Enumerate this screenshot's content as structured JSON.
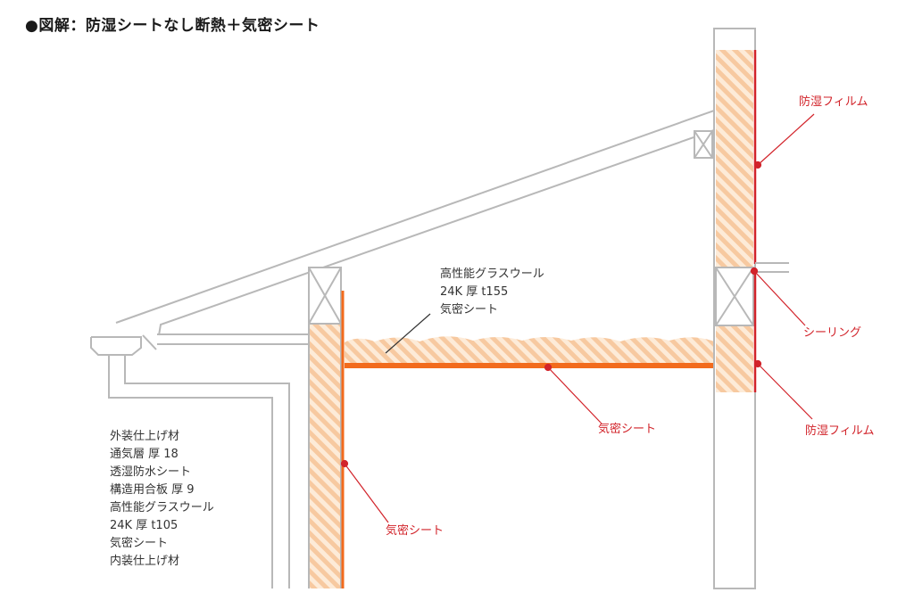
{
  "title": "●図解：防湿シートなし断熱＋気密シート",
  "colors": {
    "insulation": "#f7c9a0",
    "airtight_sheet": "#f26b1d",
    "vapor_film": "#d2232a",
    "callout": "#d2232a",
    "structure_line": "#b8b8b8"
  },
  "labels": {
    "vapor_film_top": "防湿フィルム",
    "sealing": "シーリング",
    "vapor_film_bottom": "防湿フィルム",
    "airtight_ceiling": "気密シート",
    "airtight_wall": "気密シート"
  },
  "ceiling_spec": [
    "高性能グラスウール",
    "24K 厚 t155",
    "気密シート"
  ],
  "wall_spec": [
    "外装仕上げ材",
    "通気層 厚 18",
    "透湿防水シート",
    "構造用合板 厚 9",
    "高性能グラスウール",
    "24K 厚 t105",
    "気密シート",
    "内装仕上げ材"
  ]
}
